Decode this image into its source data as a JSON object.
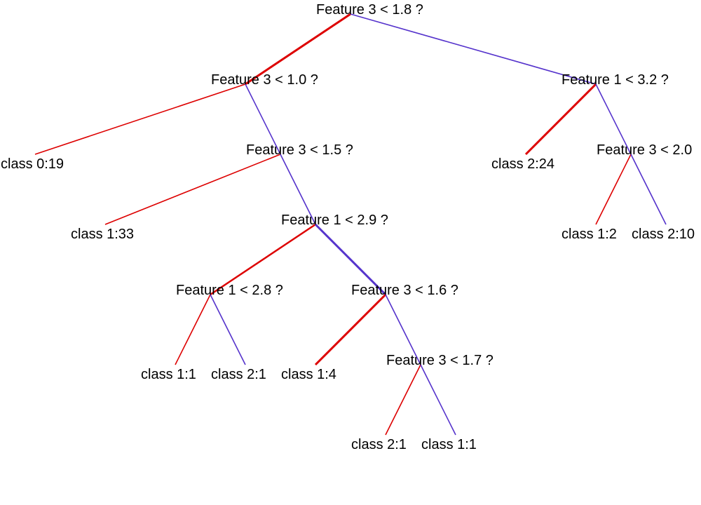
{
  "colors": {
    "true_branch": "#dd0000",
    "false_branch": "#5533cc",
    "background": "#ffffff",
    "text": "#000000"
  },
  "tree": {
    "nodes": [
      {
        "id": "n1",
        "label": "Feature 3 < 1.8 ?"
      },
      {
        "id": "n2",
        "label": "Feature 3 < 1.0 ?"
      },
      {
        "id": "n3",
        "label": "Feature 1 < 3.2 ?"
      },
      {
        "id": "n4",
        "label": "class 0:19"
      },
      {
        "id": "n5",
        "label": "Feature 3 < 1.5 ?"
      },
      {
        "id": "n6",
        "label": "class 2:24"
      },
      {
        "id": "n7",
        "label": "Feature 3 < 2.0"
      },
      {
        "id": "n8",
        "label": "class 1:33"
      },
      {
        "id": "n9",
        "label": "Feature 1 < 2.9 ?"
      },
      {
        "id": "n10",
        "label": "class 1:2"
      },
      {
        "id": "n11",
        "label": "class 2:10"
      },
      {
        "id": "n12",
        "label": "Feature 1 < 2.8 ?"
      },
      {
        "id": "n13",
        "label": "Feature 3 < 1.6 ?"
      },
      {
        "id": "n14",
        "label": "class 1:1"
      },
      {
        "id": "n15",
        "label": "class 2:1"
      },
      {
        "id": "n16",
        "label": "class 1:4"
      },
      {
        "id": "n17",
        "label": "Feature 3 < 1.7 ?"
      },
      {
        "id": "n18",
        "label": "class 2:1"
      },
      {
        "id": "n19",
        "label": "class 1:1"
      }
    ],
    "edges": [
      {
        "from": "n1",
        "to": "n2",
        "branch": "true"
      },
      {
        "from": "n1",
        "to": "n3",
        "branch": "false"
      },
      {
        "from": "n2",
        "to": "n4",
        "branch": "true"
      },
      {
        "from": "n2",
        "to": "n5",
        "branch": "false"
      },
      {
        "from": "n3",
        "to": "n6",
        "branch": "true"
      },
      {
        "from": "n3",
        "to": "n7",
        "branch": "false"
      },
      {
        "from": "n5",
        "to": "n8",
        "branch": "true"
      },
      {
        "from": "n5",
        "to": "n9",
        "branch": "false"
      },
      {
        "from": "n7",
        "to": "n10",
        "branch": "true"
      },
      {
        "from": "n7",
        "to": "n11",
        "branch": "false"
      },
      {
        "from": "n9",
        "to": "n12",
        "branch": "true"
      },
      {
        "from": "n9",
        "to": "n13",
        "branch": "false"
      },
      {
        "from": "n12",
        "to": "n14",
        "branch": "true"
      },
      {
        "from": "n12",
        "to": "n15",
        "branch": "false"
      },
      {
        "from": "n13",
        "to": "n16",
        "branch": "true"
      },
      {
        "from": "n13",
        "to": "n17",
        "branch": "false"
      },
      {
        "from": "n17",
        "to": "n18",
        "branch": "true"
      },
      {
        "from": "n17",
        "to": "n19",
        "branch": "false"
      }
    ]
  }
}
